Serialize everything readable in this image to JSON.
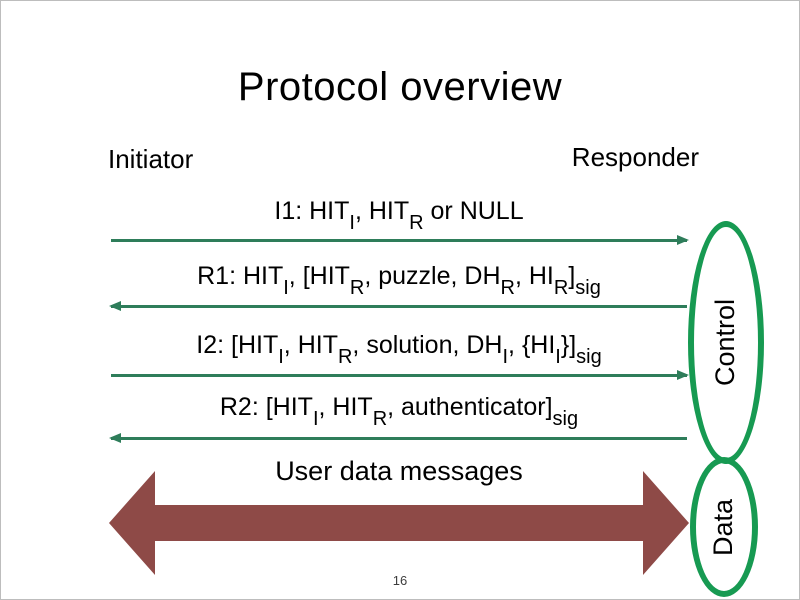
{
  "slide": {
    "title": "Protocol overview",
    "left_actor": "Initiator",
    "right_actor": "Responder",
    "user_data_label": "User data messages",
    "control_label": "Control",
    "data_label": "Data",
    "page_number": "16"
  },
  "colors": {
    "line_green": "#2e7d5a",
    "ellipse_green": "#179a52",
    "arrow_maroon": "#8e4a47",
    "page_number_gray": "#3d3d3d"
  },
  "messages": [
    {
      "name": "I1",
      "direction": "right",
      "segments": [
        {
          "t": "I1: HIT"
        },
        {
          "t": "I",
          "sub": true
        },
        {
          "t": ", HIT"
        },
        {
          "t": "R",
          "sub": true
        },
        {
          "t": " or NULL"
        }
      ]
    },
    {
      "name": "R1",
      "direction": "left",
      "segments": [
        {
          "t": "R1: HIT"
        },
        {
          "t": "I",
          "sub": true
        },
        {
          "t": ", [HIT"
        },
        {
          "t": "R",
          "sub": true
        },
        {
          "t": ", puzzle, DH"
        },
        {
          "t": "R",
          "sub": true
        },
        {
          "t": ", HI"
        },
        {
          "t": "R",
          "sub": true
        },
        {
          "t": "]"
        },
        {
          "t": "sig",
          "sub": true
        }
      ]
    },
    {
      "name": "I2",
      "direction": "right",
      "segments": [
        {
          "t": "I2: [HIT"
        },
        {
          "t": "I",
          "sub": true
        },
        {
          "t": ", HIT"
        },
        {
          "t": "R",
          "sub": true
        },
        {
          "t": ", solution, DH"
        },
        {
          "t": "I",
          "sub": true
        },
        {
          "t": ", {HI"
        },
        {
          "t": "I",
          "sub": true
        },
        {
          "t": "}]"
        },
        {
          "t": "sig",
          "sub": true
        }
      ]
    },
    {
      "name": "R2",
      "direction": "left",
      "segments": [
        {
          "t": "R2: [HIT"
        },
        {
          "t": "I",
          "sub": true
        },
        {
          "t": ", HIT"
        },
        {
          "t": "R",
          "sub": true
        },
        {
          "t": ", authenticator]"
        },
        {
          "t": "sig",
          "sub": true
        }
      ]
    }
  ]
}
